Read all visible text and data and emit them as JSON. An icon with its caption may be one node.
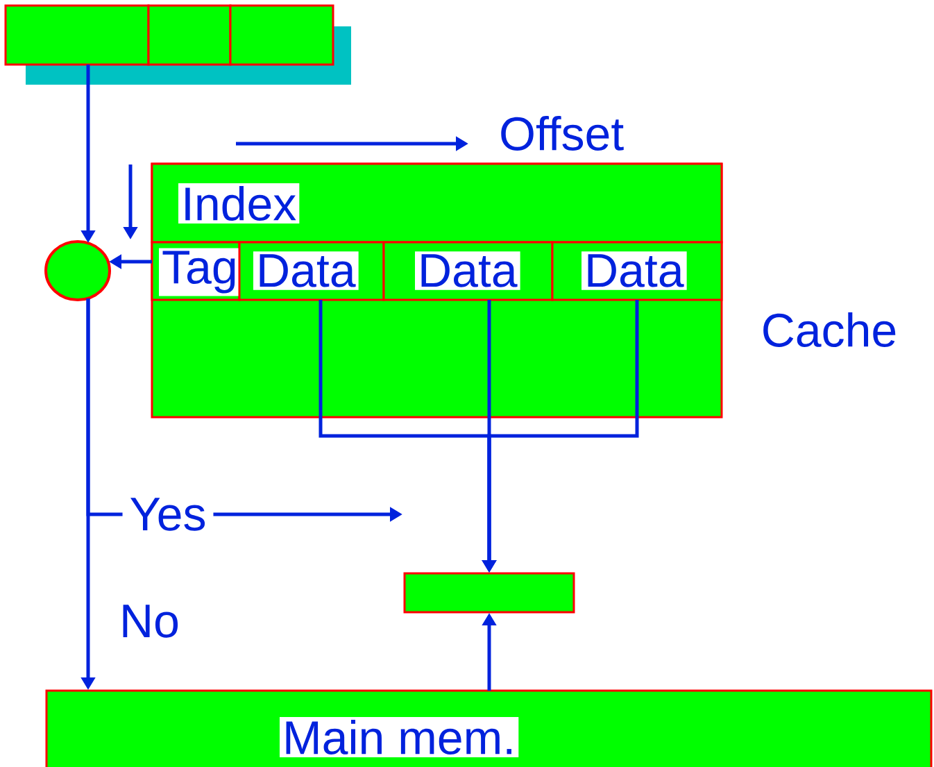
{
  "diagram": {
    "nodes": [
      {
        "text": [],
        "shape": "box"
      },
      {
        "text": [],
        "shape": "box"
      },
      {
        "text": [],
        "shape": "box"
      },
      {
        "text": [],
        "shape": "box",
        "beside": [
          "Cache"
        ]
      },
      {
        "text": [
          "Index"
        ],
        "in": 3
      },
      {
        "text": [
          "Tag"
        ],
        "in": 3
      },
      {
        "text": [
          "Data"
        ],
        "in": 3
      },
      {
        "text": [
          "Data"
        ],
        "in": 3
      },
      {
        "text": [
          "Data"
        ],
        "in": 3
      },
      {
        "text": [],
        "shape": "circle"
      },
      {
        "text": [],
        "shape": "box"
      },
      {
        "text": [
          "Main mem."
        ]
      }
    ],
    "edges": [
      {
        "from": 0,
        "to": 9,
        "arrow": "to"
      },
      {
        "from": 5,
        "to": 9,
        "arrow": "to"
      },
      {
        "from": 6,
        "to": 10,
        "arrow": "to"
      },
      {
        "from": 7,
        "to": 10,
        "arrow": "to"
      },
      {
        "from": 8,
        "to": 10,
        "arrow": "to"
      },
      {
        "from": 11,
        "to": 10,
        "arrow": "to"
      },
      {
        "from": 9,
        "to": null,
        "arrow": "to",
        "label": "Yes"
      },
      {
        "from": 9,
        "to": 11,
        "arrow": "to",
        "label": "No"
      }
    ],
    "labels": [
      "Offset"
    ]
  }
}
